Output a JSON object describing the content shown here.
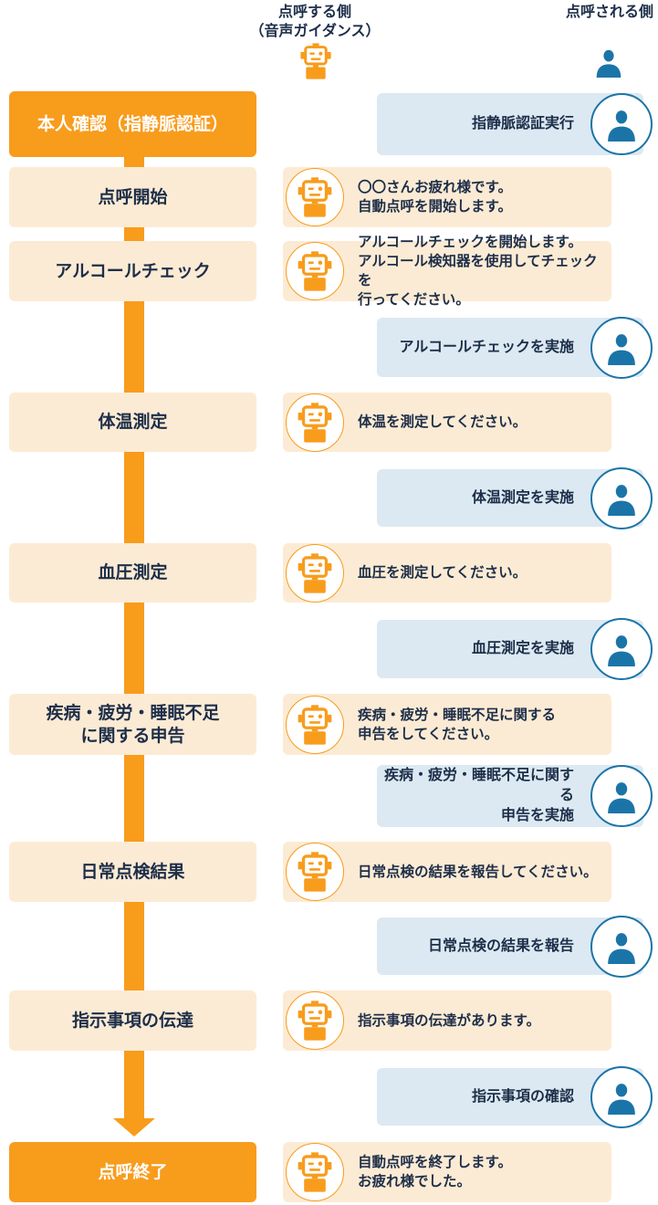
{
  "palette": {
    "orange": "#F89C1C",
    "cream": "#FCEBD4",
    "navy": "#1D2E49",
    "blue": "#1B74A8",
    "light_blue": "#DCE9F2",
    "white_text": "#FFFFFF"
  },
  "header": {
    "caller_line1": "点呼する側",
    "caller_line2": "（音声ガイダンス）",
    "caller_icon": "robot-icon",
    "callee_label": "点呼される側",
    "callee_icon": "person-icon"
  },
  "steps": [
    {
      "label": "本人確認（指静脈認証）",
      "variant": "solid"
    },
    {
      "label": "点呼開始",
      "variant": "light"
    },
    {
      "label": "アルコールチェック",
      "variant": "light"
    },
    {
      "label": "体温測定",
      "variant": "light"
    },
    {
      "label": "血圧測定",
      "variant": "light"
    },
    {
      "label": "疾病・疲労・睡眠不足\nに関する申告",
      "variant": "light"
    },
    {
      "label": "日常点検結果",
      "variant": "light"
    },
    {
      "label": "指示事項の伝達",
      "variant": "light"
    },
    {
      "label": "点呼終了",
      "variant": "solid"
    }
  ],
  "caller_messages": [
    {
      "text": "〇〇さんお疲れ様です。\n自動点呼を開始します。"
    },
    {
      "text": "アルコールチェックを開始します。\nアルコール検知器を使用してチェックを\n行ってください。"
    },
    {
      "text": "体温を測定してください。"
    },
    {
      "text": "血圧を測定してください。"
    },
    {
      "text": "疾病・疲労・睡眠不足に関する\n申告をしてください。"
    },
    {
      "text": "日常点検の結果を報告してください。"
    },
    {
      "text": "指示事項の伝達があります。"
    },
    {
      "text": "自動点呼を終了します。\nお疲れ様でした。"
    }
  ],
  "callee_actions": [
    {
      "text": "指静脈認証実行"
    },
    {
      "text": "アルコールチェックを実施"
    },
    {
      "text": "体温測定を実施"
    },
    {
      "text": "血圧測定を実施"
    },
    {
      "text": "疾病・疲労・睡眠不足に関する\n申告を実施"
    },
    {
      "text": "日常点検の結果を報告"
    },
    {
      "text": "指示事項の確認"
    }
  ]
}
